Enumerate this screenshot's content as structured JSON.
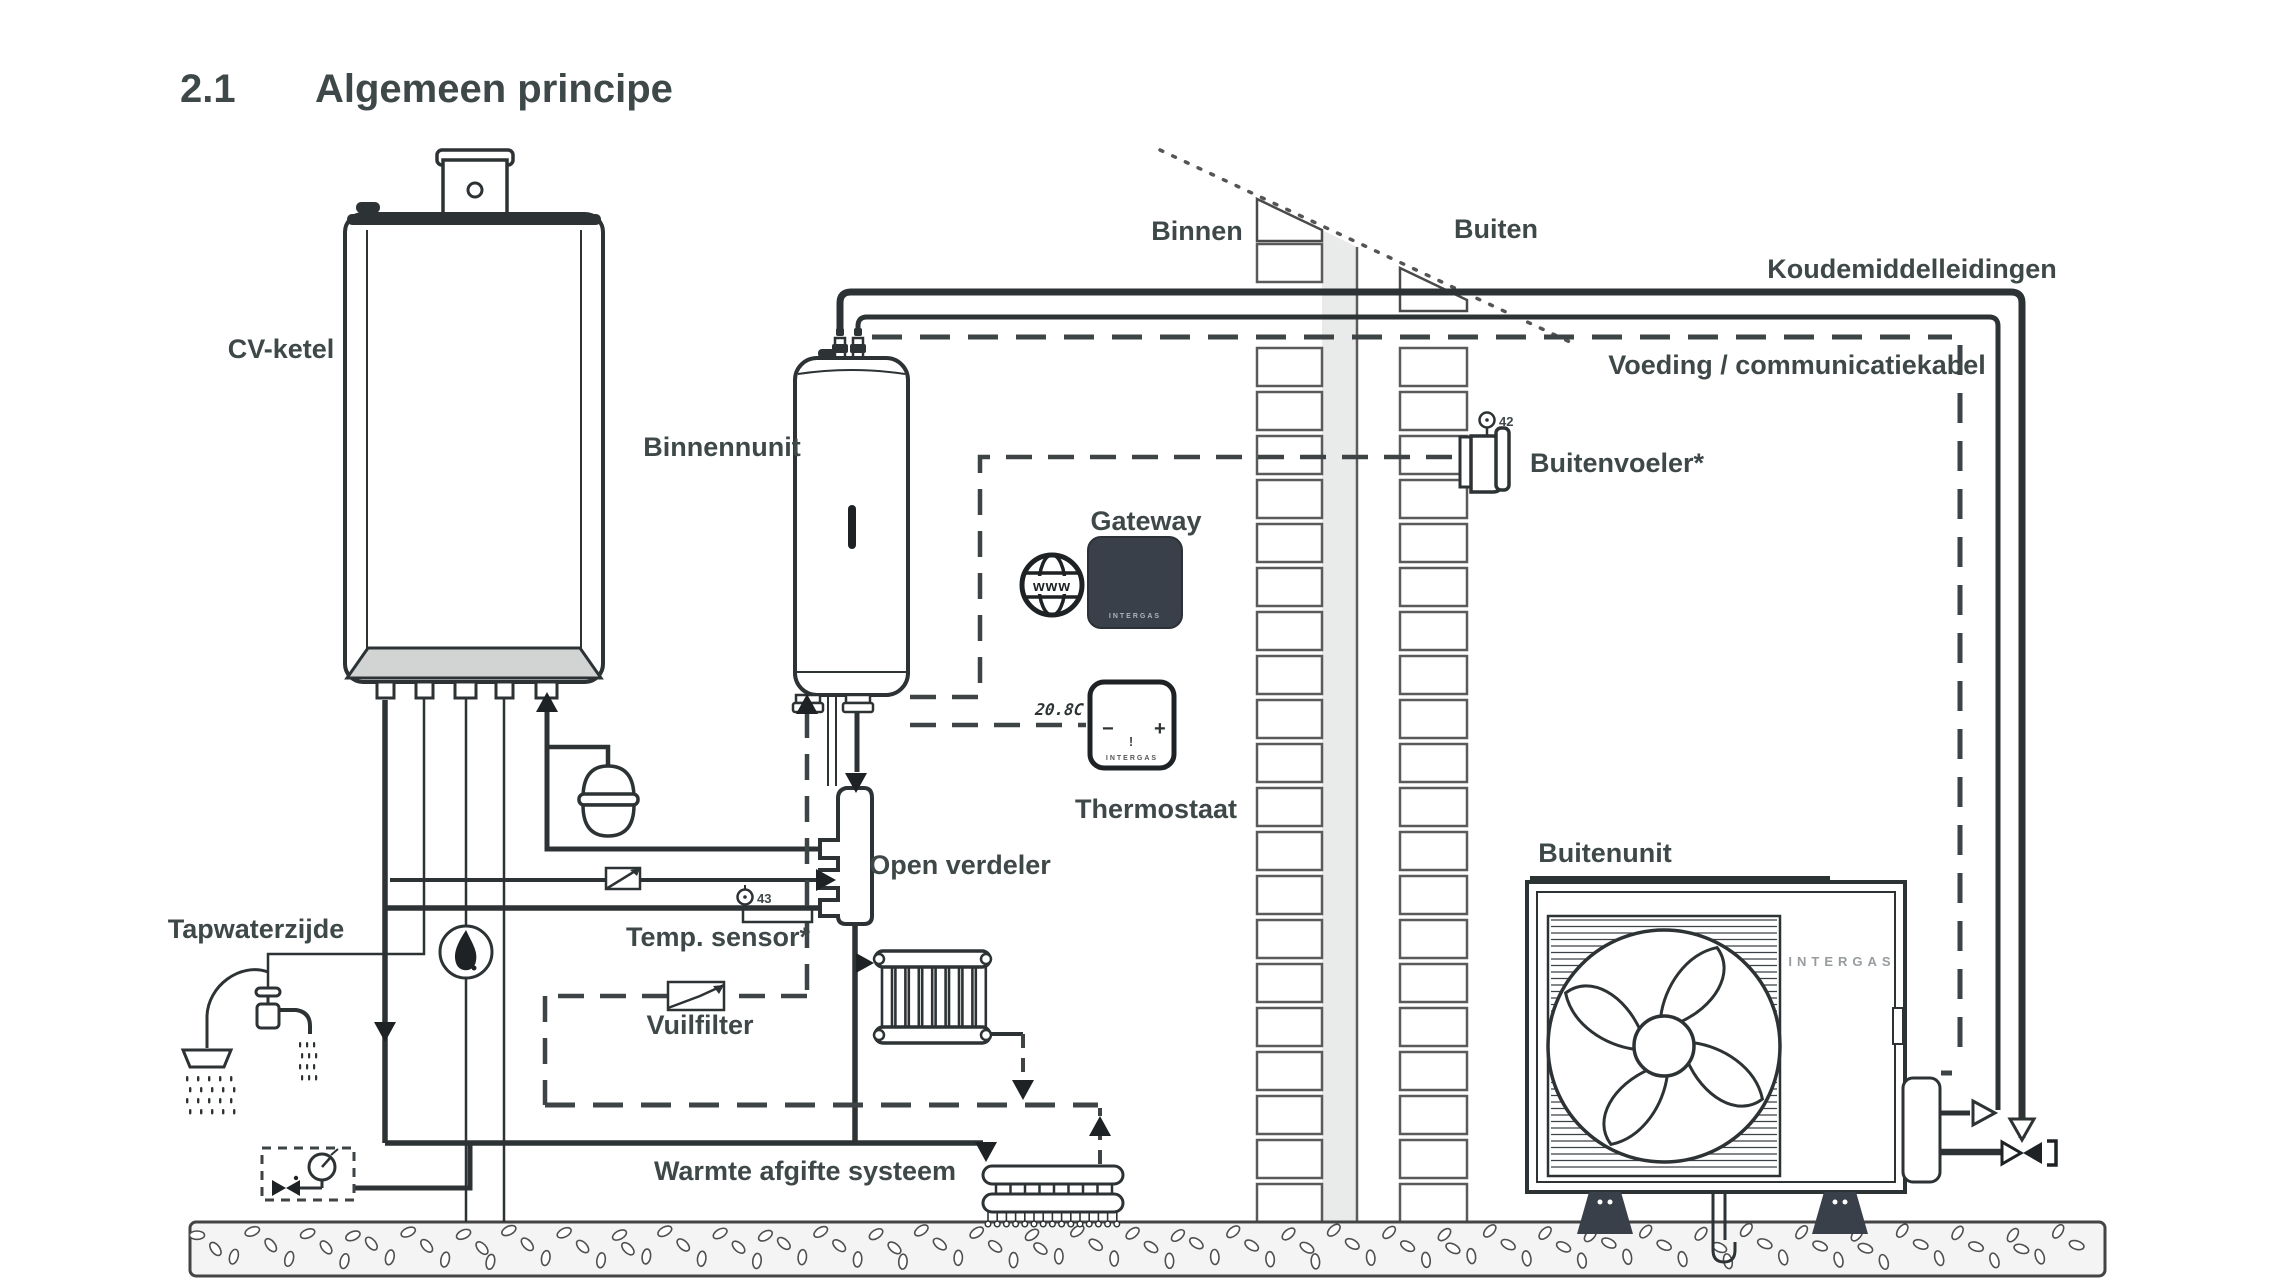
{
  "title": {
    "number": "2.1",
    "text": "Algemeen principe"
  },
  "labels": {
    "cv_ketel": "CV-ketel",
    "binnenunit": "Binnennunit",
    "binnen": "Binnen",
    "buiten": "Buiten",
    "koudemiddelleidingen": "Koudemiddelleidingen",
    "voeding": "Voeding / communicatiekabel",
    "buitenvoeler": "Buitenvoeler*",
    "gateway": "Gateway",
    "thermostaat": "Thermostaat",
    "open_verdeler": "Open verdeler",
    "temp_sensor": "Temp. sensor*",
    "tapwaterzijde": "Tapwaterzijde",
    "vuilfilter": "Vuilfilter",
    "warmte_afgifte": "Warmte afgifte systeem",
    "buitenunit": "Buitenunit"
  },
  "devices": {
    "gateway": {
      "brand": "INTERGAS"
    },
    "thermostat": {
      "display": "20.8C",
      "minus": "−",
      "plus": "+",
      "alert": "!",
      "brand": "INTERGAS"
    },
    "outdoor_unit": {
      "brand": "INTERGAS"
    },
    "globe": {
      "text": "www"
    }
  },
  "callouts": {
    "outdoor_sensor_id": "42",
    "temp_sensor_id": "43"
  },
  "colors": {
    "line": "#2d3234",
    "text": "#3f4848",
    "device_dark": "#394049",
    "wall_gray": "#e9eaea",
    "panel_gray": "#d2d4d4",
    "ground_fill": "#f4f4f4"
  }
}
